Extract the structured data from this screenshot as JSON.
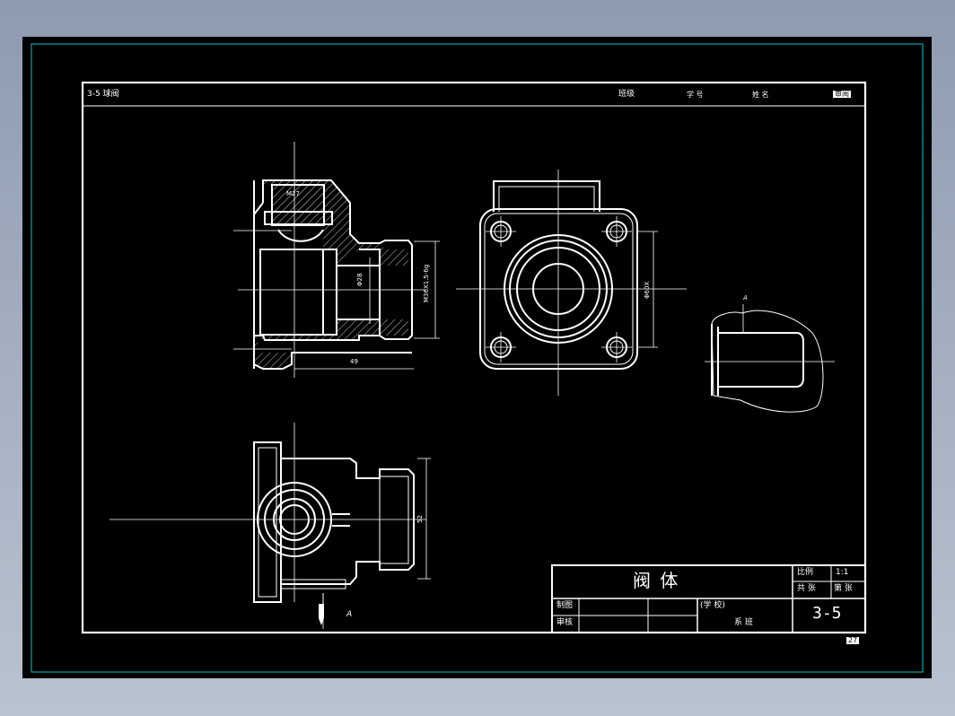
{
  "header": {
    "title": "3-5 球阀",
    "class_label": "班级",
    "student_no_label": "学 号",
    "name_label": "姓 名",
    "score_label": "审阅"
  },
  "title_block": {
    "part_name": "阀     体",
    "scale_label": "比例",
    "scale_value": "1:1",
    "total_label": "共  张",
    "sheet_label": "第  张",
    "drawn_by": "制图",
    "checked_by": "审核",
    "school": "(学         校)",
    "dept": "系     班",
    "drawing_no": "3-5"
  },
  "annotations": {
    "thread_top": "M27",
    "diameter_bore": "Φ28",
    "thread_right": "M36X1.5-6g",
    "length_bottom": "49",
    "square_dim": "Φ60X",
    "width_dim": "52",
    "view_mark_a": "A",
    "arrow_mark_a": "A",
    "corner_mark": "27"
  },
  "colors": {
    "background": "#000000",
    "lines": "#ffffff",
    "frame": "#00c8c8",
    "page": "#a7b2c3"
  }
}
